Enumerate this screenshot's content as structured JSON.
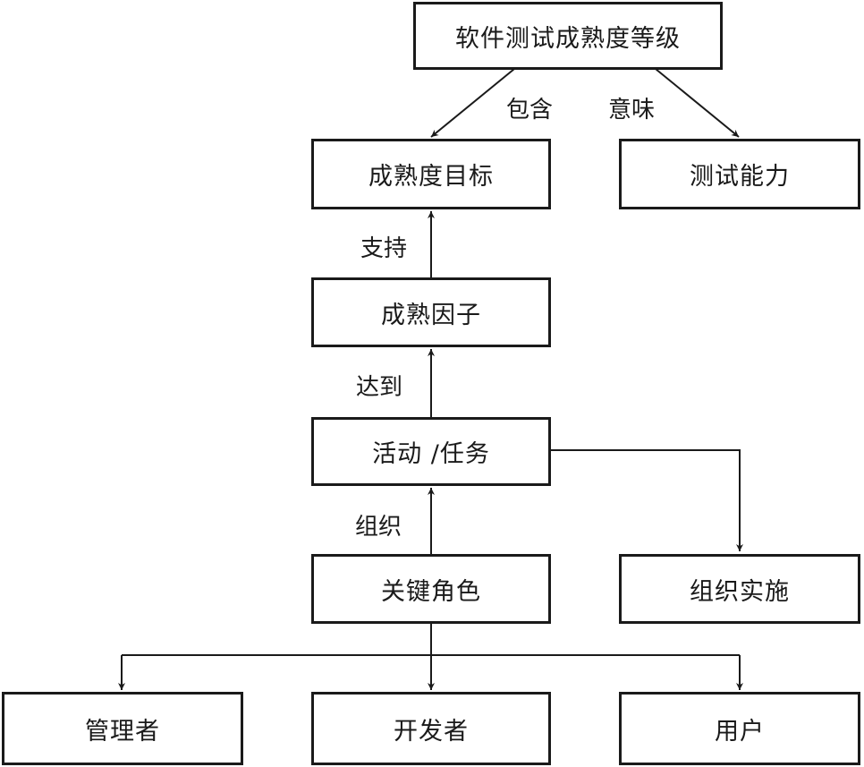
{
  "diagram": {
    "nodes": {
      "root": "软件测试成熟度等级",
      "goal": "成熟度目标",
      "capability": "测试能力",
      "factor": "成熟因子",
      "activity": "活动 /任务",
      "roles": "关键角色",
      "implementation": "组织实施",
      "manager": "管理者",
      "developer": "开发者",
      "user": "用户"
    },
    "edges": [
      {
        "from": "root",
        "to": "goal",
        "label": "包含"
      },
      {
        "from": "root",
        "to": "capability",
        "label": "意味"
      },
      {
        "from": "factor",
        "to": "goal",
        "label": "支持"
      },
      {
        "from": "activity",
        "to": "factor",
        "label": "达到"
      },
      {
        "from": "roles",
        "to": "activity",
        "label": "组织"
      },
      {
        "from": "activity",
        "to": "implementation",
        "label": ""
      },
      {
        "from": "roles",
        "to": "manager",
        "label": ""
      },
      {
        "from": "roles",
        "to": "developer",
        "label": ""
      },
      {
        "from": "roles",
        "to": "user",
        "label": ""
      }
    ],
    "line_color": "#1a1a1a"
  }
}
